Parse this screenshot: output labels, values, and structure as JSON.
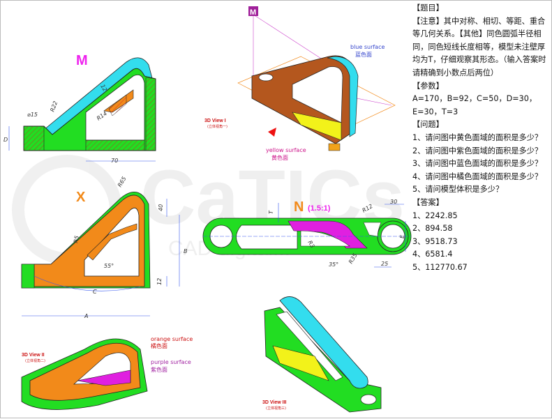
{
  "views": {
    "m_label": "M",
    "x_label": "X",
    "n_label": "N",
    "n_scale": "(1.5:1)",
    "view1_title": "3D View I",
    "view1_sub": "(立体视角一)",
    "view2_title": "3D View II",
    "view2_sub": "(立体视角二)",
    "view3_title": "3D View III",
    "view3_sub": "(立体视角三)"
  },
  "surfaces": {
    "blue_en": "blue surface",
    "blue_cn": "蓝色面",
    "yellow_en": "yellow surface",
    "yellow_cn": "黄色面",
    "orange_en": "orange surface",
    "orange_cn": "橘色面",
    "purple_en": "purple surface",
    "purple_cn": "紫色面"
  },
  "dims": {
    "m_phi15": "⌀15",
    "m_r22": "R22",
    "m_d": "D",
    "m_r14": "R14",
    "m_12": "12",
    "m_70": "70",
    "x_r65": "R65",
    "x_40": "40",
    "x_r5": "R5",
    "x_55": "55°",
    "x_b": "B",
    "x_12": "12",
    "x_c": "C",
    "x_a": "A",
    "n_30": "30",
    "n_r12": "R12",
    "n_t": "T",
    "n_r3": "R3",
    "n_35": "35°",
    "n_r35": "R35",
    "n_25": "25",
    "n_e": "E"
  },
  "watermark": {
    "brand": "CaTICs",
    "sub": "CAD digital..."
  },
  "panel": {
    "title_tag": "【题目】",
    "note": "【注意】其中对称、相切、等距、重合等几何关系。【其他】同色圆弧半径相同，同色短线长度相等，模型未注壁厚均为T，仔细观察其形态。（输入答案时请精确到小数点后两位）",
    "params_tag": "【参数】",
    "params": "A=170，B=92，C=50，D=30，E=30，T=3",
    "questions_tag": "【问题】",
    "questions": [
      "1、请问图中黄色面域的面积是多少？",
      "2、请问图中紫色面域的面积是多少？",
      "3、请问图中蓝色面域的面积是多少？",
      "4、请问图中橘色面域的面积是多少？",
      "5、请问模型体积是多少？"
    ],
    "answers_tag": "【答案】",
    "answers": [
      "1、2242.85",
      "2、894.58",
      "3、9518.73",
      "4、6581.4",
      "5、112770.67"
    ]
  },
  "colors": {
    "green": "#22dd22",
    "blue": "#33ddee",
    "orange": "#f28a1a",
    "purple": "#e020e0",
    "yellow": "#f2f21a",
    "brown": "#b4571e",
    "view_red": "#cc1111",
    "dim_line": "#3355ee"
  }
}
